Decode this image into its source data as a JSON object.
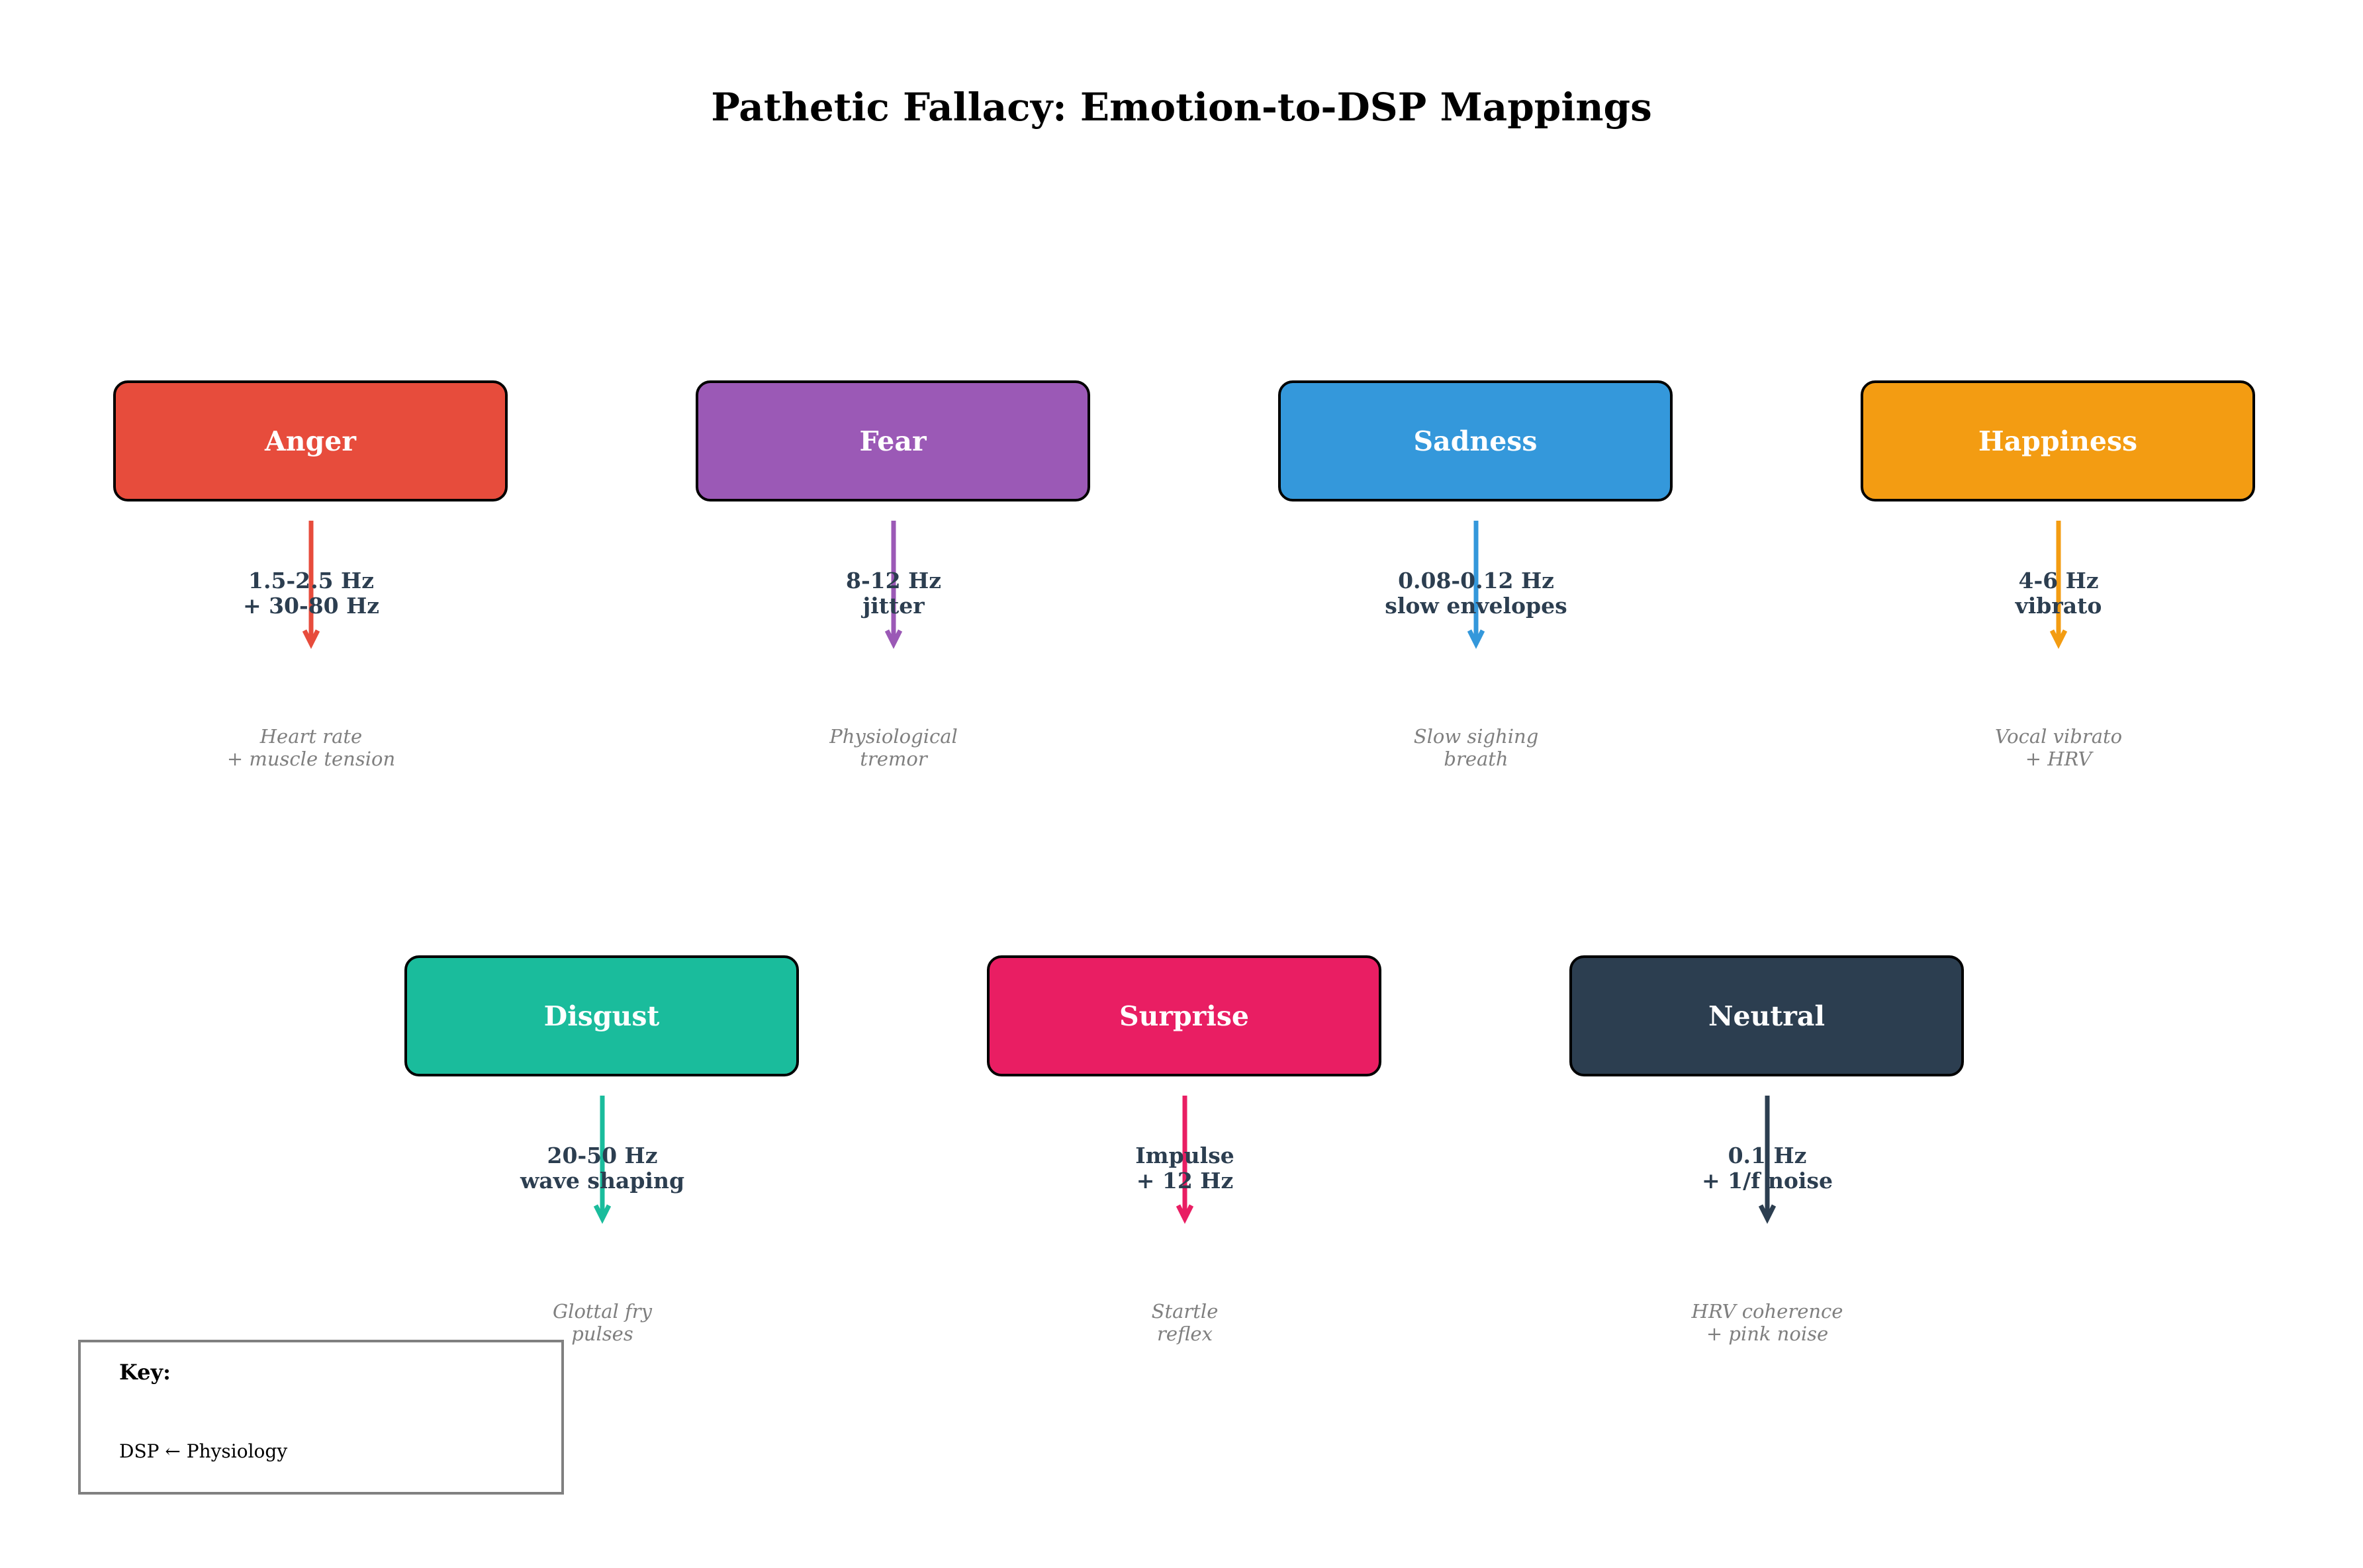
{
  "title": "Pathetic Fallacy: Emotion-to-DSP Mappings",
  "emotions": [
    {
      "name": "Anger",
      "color": "#e74c3c",
      "dsp_line1": "1.5-2.5 Hz",
      "dsp_line2": "+ 30-80 Hz",
      "physio_line1": "Heart rate",
      "physio_line2": "+ muscle tension"
    },
    {
      "name": "Fear",
      "color": "#9b59b6",
      "dsp_line1": "8-12 Hz",
      "dsp_line2": "jitter",
      "physio_line1": "Physiological",
      "physio_line2": "tremor"
    },
    {
      "name": "Sadness",
      "color": "#3498db",
      "dsp_line1": "0.08-0.12 Hz",
      "dsp_line2": "slow envelopes",
      "physio_line1": "Slow sighing",
      "physio_line2": "breath"
    },
    {
      "name": "Happiness",
      "color": "#f39c12",
      "dsp_line1": "4-6 Hz",
      "dsp_line2": "vibrato",
      "physio_line1": "Vocal vibrato",
      "physio_line2": "+ HRV"
    },
    {
      "name": "Disgust",
      "color": "#1abc9c",
      "dsp_line1": "20-50 Hz",
      "dsp_line2": "wave shaping",
      "physio_line1": "Glottal fry",
      "physio_line2": "pulses"
    },
    {
      "name": "Surprise",
      "color": "#e91e63",
      "dsp_line1": "Impulse",
      "dsp_line2": "+ 12 Hz",
      "physio_line1": "Startle",
      "physio_line2": "reflex"
    },
    {
      "name": "Neutral",
      "color": "#2c3e50",
      "dsp_line1": "0.1 Hz",
      "dsp_line2": "+ 1/f noise",
      "physio_line1": "HRV coherence",
      "physio_line2": "+ pink noise"
    }
  ],
  "key": {
    "title": "Key:",
    "text": "DSP ← Physiology"
  }
}
